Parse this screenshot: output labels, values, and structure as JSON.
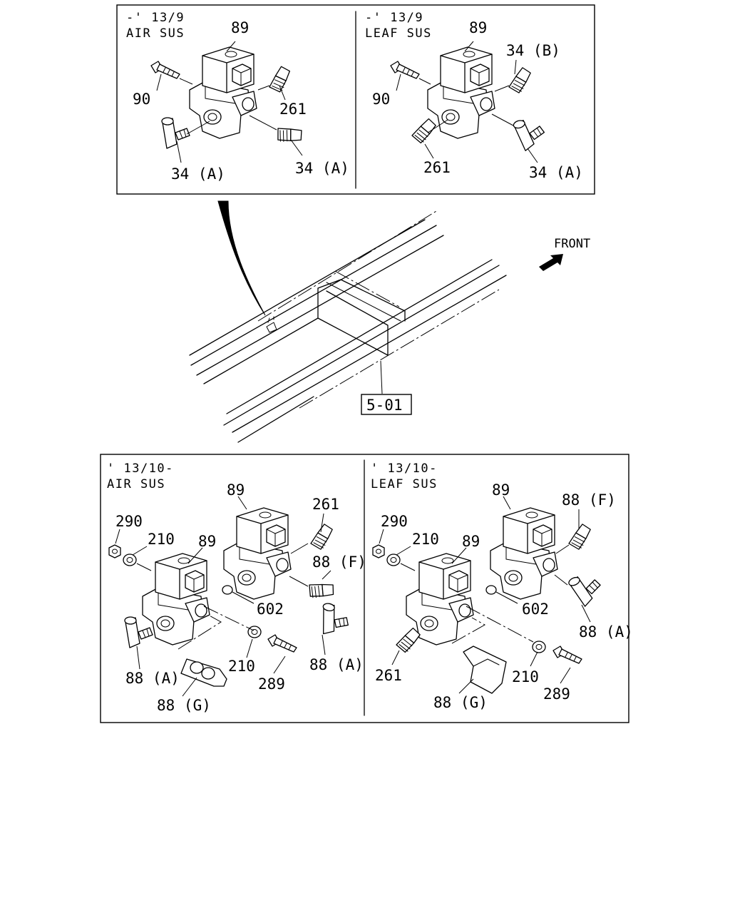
{
  "front_label": "FRONT",
  "reference_box": "5-01",
  "panels": {
    "top_air": {
      "header": [
        "-' 13/9",
        "AIR SUS"
      ],
      "labels": [
        "89",
        "90",
        "261",
        "34 (A)",
        "34 (A)"
      ]
    },
    "top_leaf": {
      "header": [
        "-' 13/9",
        "LEAF SUS"
      ],
      "labels": [
        "89",
        "34 (B)",
        "90",
        "261",
        "34 (A)"
      ]
    },
    "bottom_air": {
      "header": [
        "' 13/10-",
        "AIR SUS"
      ],
      "labels": [
        "89",
        "261",
        "290",
        "210",
        "89",
        "88 (F)",
        "602",
        "88 (A)",
        "210",
        "88 (A)",
        "289",
        "88 (G)"
      ]
    },
    "bottom_leaf": {
      "header": [
        "' 13/10-",
        "LEAF SUS"
      ],
      "labels": [
        "89",
        "88 (F)",
        "290",
        "210",
        "89",
        "602",
        "88 (A)",
        "261",
        "210",
        "289",
        "88 (G)"
      ]
    }
  }
}
